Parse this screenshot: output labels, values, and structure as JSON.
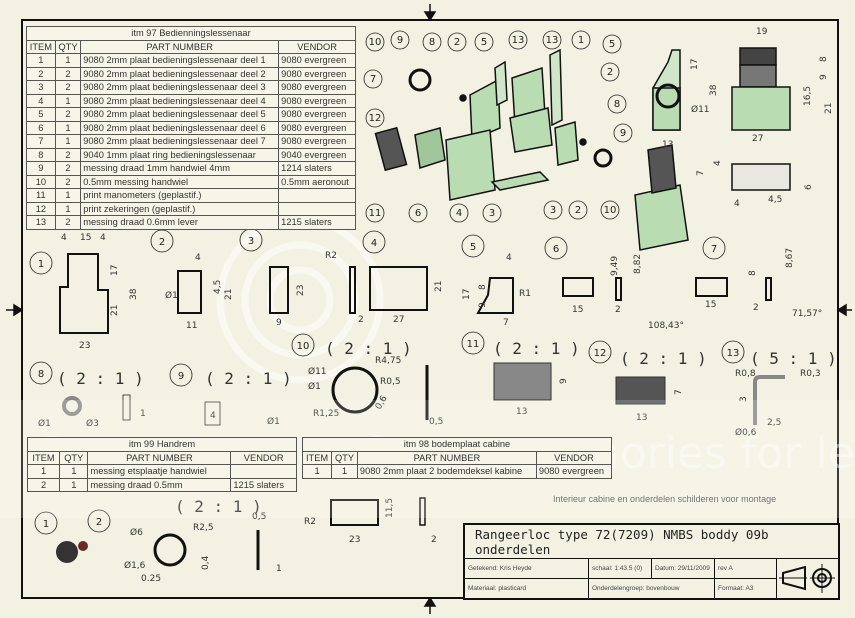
{
  "bom97": {
    "title": "itm 97 Bedienningslessenaar",
    "headers": [
      "ITEM",
      "QTY",
      "PART NUMBER",
      "VENDOR"
    ],
    "rows": [
      [
        "1",
        "1",
        "9080 2mm plaat bedieningslessenaar deel 1",
        "9080 evergreen"
      ],
      [
        "2",
        "2",
        "9080 2mm plaat bedieningslessenaar deel 2",
        "9080 evergreen"
      ],
      [
        "3",
        "2",
        "9080 2mm plaat bedieningslessenaar deel 3",
        "9080 evergreen"
      ],
      [
        "4",
        "1",
        "9080 2mm plaat bedieningslessenaar deel 4",
        "9080 evergreen"
      ],
      [
        "5",
        "2",
        "9080 2mm plaat bedieningslessenaar deel 5",
        "9080 evergreen"
      ],
      [
        "6",
        "1",
        "9080 2mm plaat bedieningslessenaar deel 6",
        "9080 evergreen"
      ],
      [
        "7",
        "1",
        "9080 2mm plaat bedieningslessenaar deel 7",
        "9080 evergreen"
      ],
      [
        "8",
        "2",
        "9040 1mm plaat ring bedieningslessenaar",
        "9040 evergreen"
      ],
      [
        "9",
        "2",
        "messing draad 1mm handwiel 4mm",
        "1214 slaters"
      ],
      [
        "10",
        "2",
        "0.5mm messing handwiel",
        "0.5mm aeronout"
      ],
      [
        "11",
        "1",
        "print  manometers (geplastif.)",
        ""
      ],
      [
        "12",
        "1",
        "print  zekeringen (geplastif.)",
        ""
      ],
      [
        "13",
        "2",
        "messing draad 0.6mm lever",
        "1215 slaters"
      ]
    ]
  },
  "bom99": {
    "title": "itm 99 Handrem",
    "headers": [
      "ITEM",
      "QTY",
      "PART NUMBER",
      "VENDOR"
    ],
    "rows": [
      [
        "1",
        "1",
        "messing etsplaatje handwiel",
        ""
      ],
      [
        "2",
        "1",
        "messing draad 0.5mm",
        "1215 slaters"
      ]
    ]
  },
  "bom98": {
    "title": "itm 98 bodemplaat cabine",
    "headers": [
      "ITEM",
      "QTY",
      "PART NUMBER",
      "VENDOR"
    ],
    "rows": [
      [
        "1",
        "1",
        "9080 2mm plaat 2 bodemdeksel kabine",
        "9080 evergreen"
      ]
    ]
  },
  "title_block": {
    "title": "Rangeerloc type 72(7209) NMBS boddy 09b onderdelen",
    "drawn_by": "Getekend: Kris Heyde",
    "scale": "schaal: 1:43.5 (0)",
    "date": "Datum: 29/11/2009",
    "rev": "rev A",
    "material": "Materiaal: plasticard",
    "group": "Onderdelengroep: bovenbouw",
    "format": "Formaat: A3"
  },
  "note": "Interieur cabine en onderdelen schilderen voor montage",
  "watermark": "Protect more of your memories for less!",
  "scales": {
    "s21": "( 2 : 1 )",
    "s51": "( 5 : 1 )"
  },
  "iso_balloons": [
    "10",
    "9",
    "8",
    "2",
    "5",
    "13",
    "13",
    "1",
    "5",
    "7",
    "2",
    "12",
    "8",
    "9",
    "11",
    "6",
    "4",
    "3",
    "3",
    "2",
    "10"
  ],
  "views": {
    "topright": [
      "19",
      "17",
      "38",
      "Ø11",
      "13",
      "8",
      "9",
      "16,5",
      "21",
      "27",
      "7",
      "4",
      "4",
      "4,5",
      "6"
    ],
    "v1": {
      "balloon": "1",
      "dims": [
        "4",
        "15",
        "4",
        "17",
        "21",
        "38",
        "23"
      ]
    },
    "v2": {
      "balloon": "2",
      "dims": [
        "4",
        "Ø1",
        "4,5",
        "21",
        "11"
      ]
    },
    "v3": {
      "balloon": "3",
      "dims": [
        "23",
        "9",
        "R2",
        "2"
      ]
    },
    "v4": {
      "balloon": "4",
      "dims": [
        "21",
        "27"
      ]
    },
    "v5": {
      "balloon": "5",
      "dims": [
        "4",
        "17",
        "8",
        "9",
        "R1",
        "7"
      ]
    },
    "v6": {
      "balloon": "6",
      "dims": [
        "15",
        "9,49",
        "8,82",
        "2",
        "108,43°"
      ]
    },
    "v7": {
      "balloon": "7",
      "dims": [
        "15",
        "8",
        "8,67",
        "2",
        "71,57°"
      ]
    },
    "v8": {
      "balloon": "8",
      "dims": [
        "Ø1",
        "Ø3",
        "1"
      ]
    },
    "v9": {
      "balloon": "9",
      "dims": [
        "4",
        "Ø1"
      ]
    },
    "v10": {
      "balloon": "10",
      "dims": [
        "Ø11",
        "Ø1",
        "R4,75",
        "R0,5",
        "R1,25",
        "0,6",
        "0,5"
      ]
    },
    "v11": {
      "balloon": "11",
      "dims": [
        "9",
        "13"
      ]
    },
    "v12": {
      "balloon": "12",
      "dims": [
        "7",
        "13"
      ]
    },
    "v13": {
      "balloon": "13",
      "dims": [
        "R0,8",
        "R0,3",
        "3",
        "2,5",
        "Ø0,6"
      ]
    },
    "hr": {
      "balloons": [
        "1",
        "2"
      ],
      "dims": [
        "Ø6",
        "R2,5",
        "Ø1,6",
        "0.25",
        "0,4",
        "0,5",
        "1"
      ]
    },
    "bp": {
      "dims": [
        "R2",
        "11,5",
        "23",
        "2"
      ]
    }
  },
  "colors": {
    "paper": "#f3f2e2",
    "part_fill": "#b9dcb2",
    "line": "#111111"
  }
}
